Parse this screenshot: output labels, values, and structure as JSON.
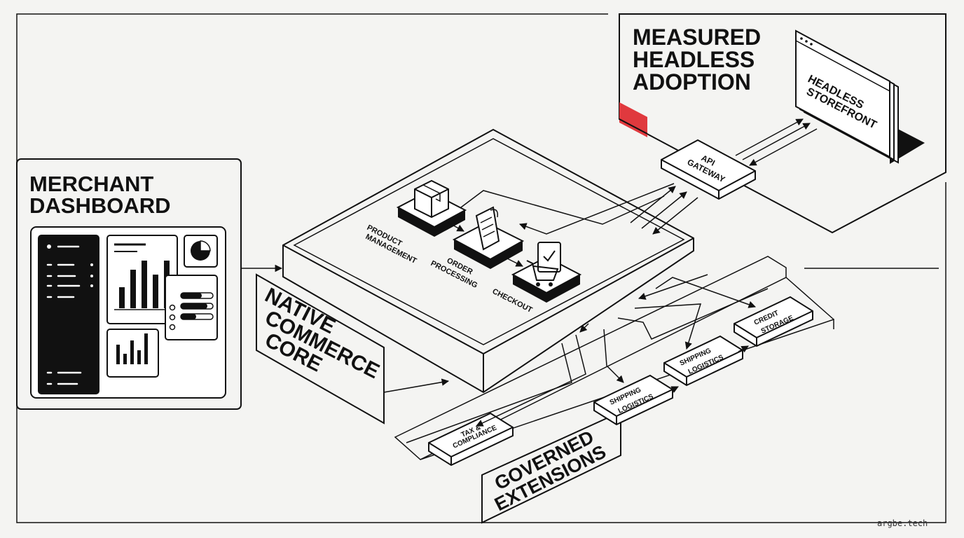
{
  "merchant_dashboard": {
    "title_line1": "MERCHANT",
    "title_line2": "DASHBOARD"
  },
  "native_core": {
    "title_line1": "NATIVE",
    "title_line2": "COMMERCE",
    "title_line3": "CORE",
    "modules": {
      "product": {
        "line1": "PRODUCT",
        "line2": "MANAGEMENT"
      },
      "order": {
        "line1": "ORDER",
        "line2": "PROCESSING"
      },
      "checkout": {
        "line1": "CHECKOUT"
      }
    }
  },
  "headless": {
    "title_line1": "MEASURED",
    "title_line2": "HEADLESS",
    "title_line3": "ADOPTION",
    "gateway": {
      "line1": "API",
      "line2": "GATEWAY"
    },
    "storefront": {
      "line1": "HEADLESS",
      "line2": "STOREFRONT"
    },
    "accent_color": "#e0393e"
  },
  "extensions": {
    "title_line1": "GOVERNED",
    "title_line2": "EXTENSIONS",
    "tax": {
      "line1": "TAX &",
      "line2": "COMPLIANCE"
    },
    "shipping_a": {
      "line1": "SHIPPING",
      "line2": "LOGISTICS"
    },
    "shipping_b": {
      "line1": "SHIPPING",
      "line2": "LOGISTICS"
    },
    "credit": {
      "line1": "CREDIT",
      "line2": "STORAGE"
    }
  },
  "footer": {
    "brand": "argbe.tech"
  }
}
